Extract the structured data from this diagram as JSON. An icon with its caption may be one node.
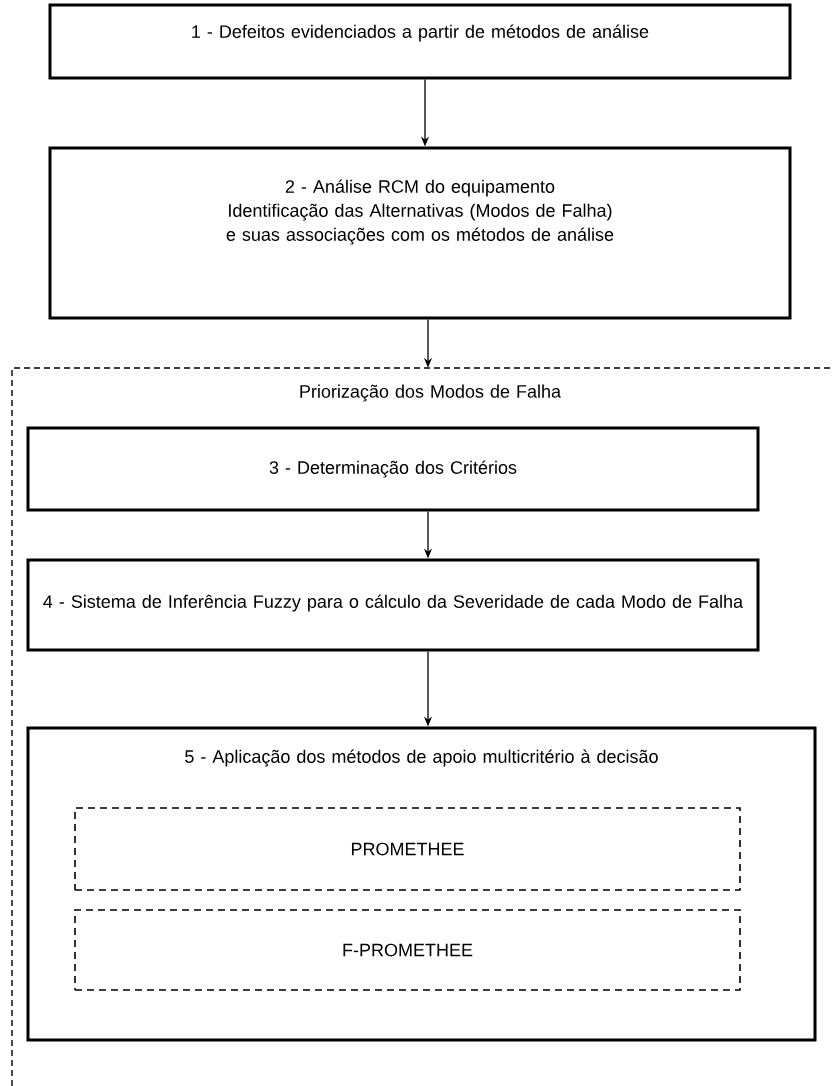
{
  "diagram": {
    "nodes": [
      {
        "text": [
          "1 - Defeitos evidenciados a partir de métodos de análise"
        ]
      },
      {
        "text": [
          "2 - Análise RCM do equipamento",
          "Identificação das Alternativas (Modos de Falha) e suas associações com os métodos de análise"
        ]
      },
      {
        "text": [
          "Priorização dos Modos de Falha"
        ]
      },
      {
        "text": [
          "3 - Determinação dos Critérios"
        ],
        "in": 2
      },
      {
        "text": [
          "4 - Sistema de Inferência Fuzzy para o cálculo da Severidade de cada Modo de Falha"
        ],
        "in": 2
      },
      {
        "text": [
          "5 - Aplicação dos métodos de apoio multicritério à decisão"
        ],
        "in": 2
      },
      {
        "text": [
          "PROMETHEE"
        ],
        "in": 5
      },
      {
        "text": [
          "F-PROMETHEE"
        ],
        "in": 5
      }
    ],
    "edges": [
      {
        "from": 0,
        "to": 1,
        "arrow": "to"
      },
      {
        "from": 1,
        "to": 2,
        "arrow": "to"
      },
      {
        "from": 3,
        "to": 4,
        "arrow": "to"
      },
      {
        "from": 4,
        "to": 5,
        "arrow": "to"
      }
    ]
  }
}
